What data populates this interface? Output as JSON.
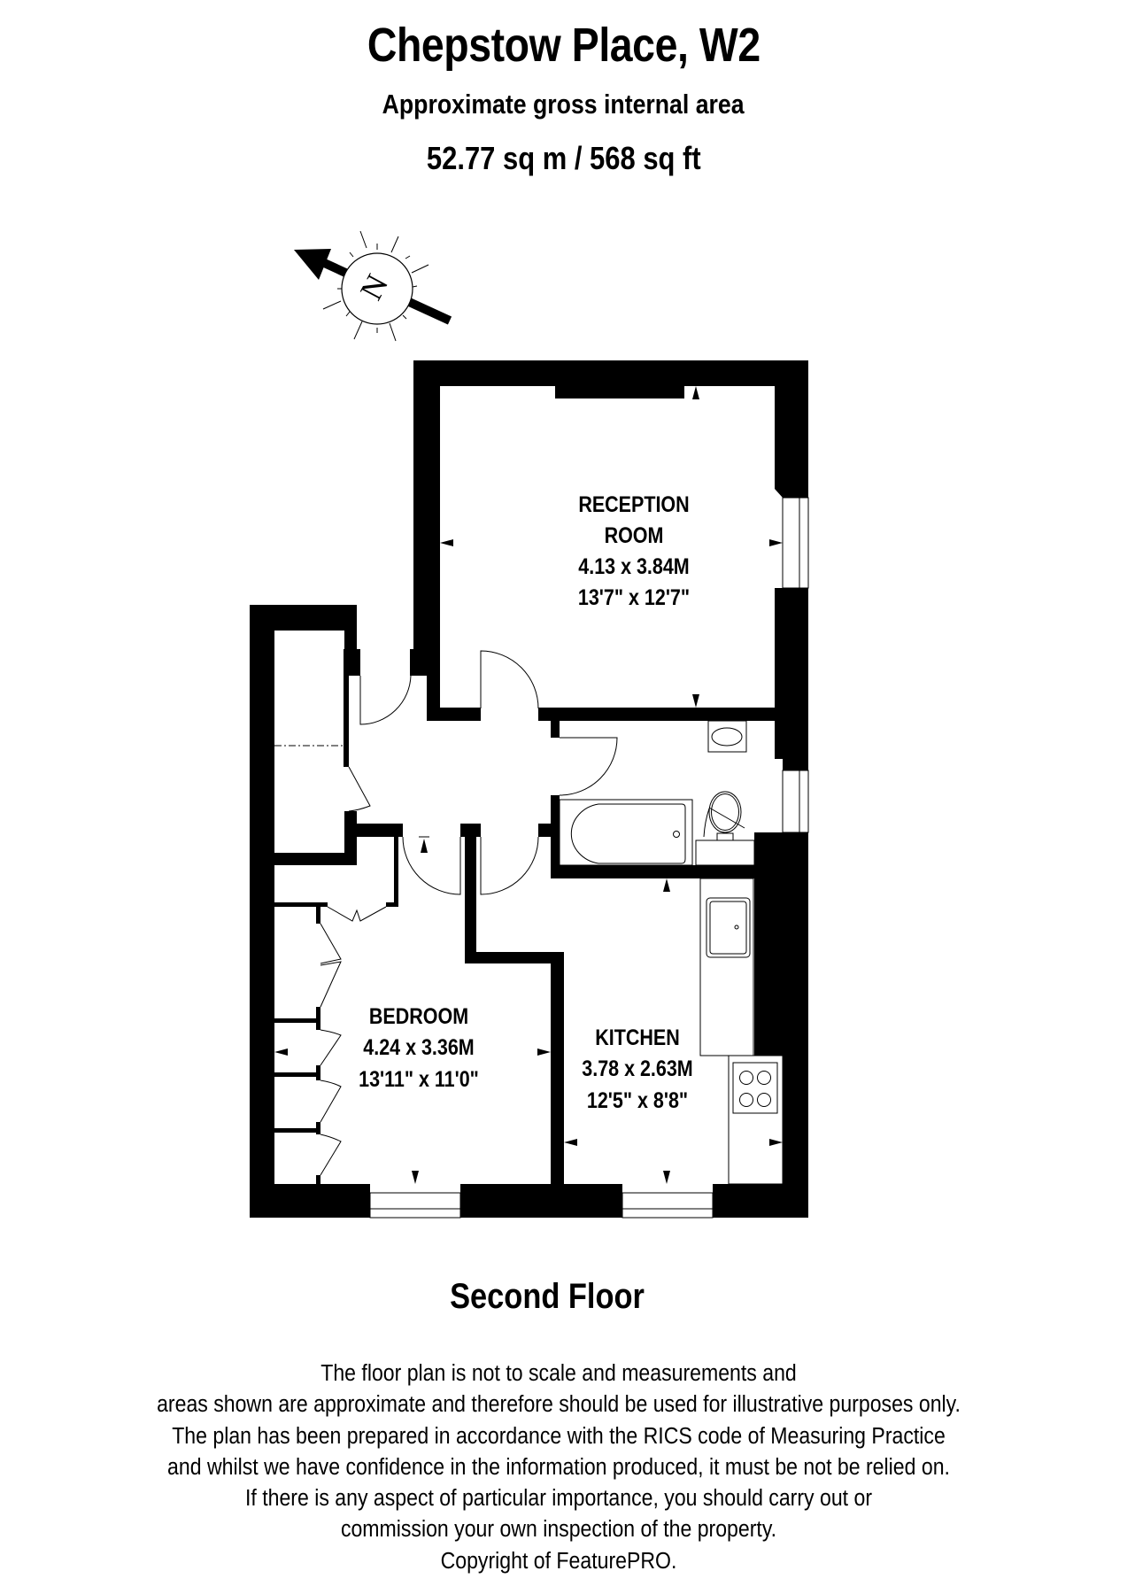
{
  "header": {
    "title": "Chepstow Place, W2",
    "subtitle": "Approximate gross internal area",
    "area": "52.77 sq m /  568 sq ft"
  },
  "compass": {
    "icon": "north-arrow-compass-icon",
    "label": "N"
  },
  "rooms": [
    {
      "name_lines": [
        "RECEPTION",
        "ROOM"
      ],
      "metric": "4.13 x 3.84M",
      "imperial": "13'7\" x 12'7\""
    },
    {
      "name_lines": [
        "BEDROOM"
      ],
      "metric": "4.24 x 3.36M",
      "imperial": "13'11\" x 11'0\""
    },
    {
      "name_lines": [
        "KITCHEN"
      ],
      "metric": "3.78 x 2.63M",
      "imperial": "12'5\" x 8'8\""
    }
  ],
  "fixtures": [
    "bath",
    "toilet",
    "wash-basin",
    "kitchen-sink",
    "hob",
    "wardrobes",
    "windows",
    "doors"
  ],
  "floor_label": "Second Floor",
  "disclaimer": [
    "The floor plan is not to scale and measurements and",
    "areas shown are approximate and therefore should be used for illustrative purposes only.",
    "The plan has been prepared in accordance with the RICS code of Measuring Practice",
    "and whilst we have confidence in the information produced, it must be not be relied on.",
    "If there is any aspect of particular importance, you should carry out or",
    "commission your own inspection of the property.",
    "Copyright of FeaturePRO."
  ],
  "colors": {
    "wall": "#000000",
    "background": "#ffffff",
    "line": "#000000"
  }
}
